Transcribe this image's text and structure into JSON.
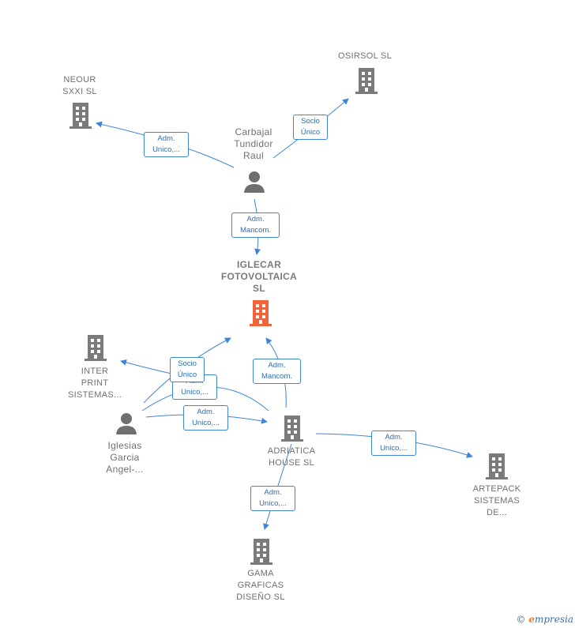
{
  "colors": {
    "building": "#7b7b7b",
    "main_building": "#f0643a",
    "person": "#6f6f6f",
    "edge": "#3f85d6"
  },
  "nodes": {
    "neour": {
      "label": "NEOUR\nSXXI  SL",
      "icon": "building-icon"
    },
    "osirsol": {
      "label": "OSIRSOL  SL",
      "icon": "building-icon"
    },
    "carbajal": {
      "label": "Carbajal\nTundidor\nRaul",
      "icon": "person-icon"
    },
    "iglecar": {
      "label": "IGLECAR\nFOTOVOLTAICA\nSL",
      "icon": "building-icon"
    },
    "inter_print": {
      "label": "INTER\nPRINT\nSISTEMAS...",
      "icon": "building-icon"
    },
    "iglesias": {
      "label": "Iglesias\nGarcia\nAngel-...",
      "icon": "person-icon"
    },
    "adriatica": {
      "label": "ADRIATICA\nHOUSE  SL",
      "icon": "building-icon"
    },
    "artepack": {
      "label": "ARTEPACK\nSISTEMAS\nDE...",
      "icon": "building-icon"
    },
    "gama": {
      "label": "GAMA\nGRAFICAS\nDISEÑO  SL",
      "icon": "building-icon"
    }
  },
  "edges": {
    "carbajal_neour": "Adm.\nUnico,...",
    "carbajal_osirsol": "Socio\nÚnico",
    "carbajal_iglecar": "Adm.\nMancom.",
    "iglesias_iglecar": "Socio\nÚnico",
    "iglesias_inter": "Adm.\nUnico,...",
    "iglesias_adriatica": "Adm.\nUnico,...",
    "adriatica_iglecar": "Adm.\nMancom.",
    "adriatica_artepack": "Adm.\nUnico,...",
    "adriatica_gama": "Adm.\nUnico,..."
  },
  "brand": {
    "copyright": "©",
    "e": "e",
    "name": "mpresia"
  }
}
